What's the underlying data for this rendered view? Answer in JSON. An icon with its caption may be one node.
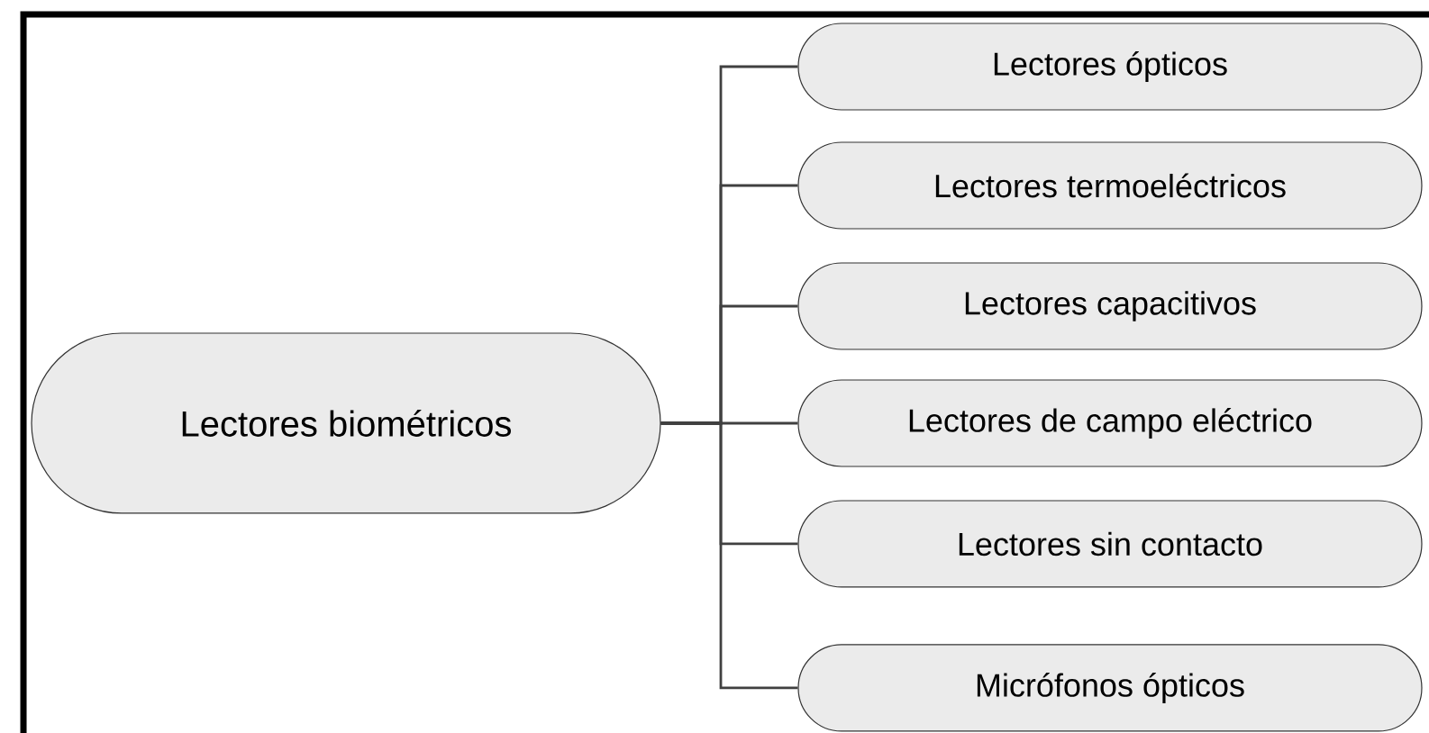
{
  "diagram": {
    "nodes": [
      {
        "text": [
          "Lectores biométricos"
        ]
      },
      {
        "text": [
          "Lectores ópticos"
        ]
      },
      {
        "text": [
          "Lectores termoeléctricos"
        ]
      },
      {
        "text": [
          "Lectores capacitivos"
        ]
      },
      {
        "text": [
          "Lectores de campo eléctrico"
        ]
      },
      {
        "text": [
          "Lectores sin contacto"
        ]
      },
      {
        "text": [
          "Micrófonos ópticos"
        ]
      }
    ],
    "edges": [
      {
        "from": 0,
        "to": 1,
        "arrow": "none"
      },
      {
        "from": 0,
        "to": 2,
        "arrow": "none"
      },
      {
        "from": 0,
        "to": 3,
        "arrow": "none"
      },
      {
        "from": 0,
        "to": 4,
        "arrow": "none"
      },
      {
        "from": 0,
        "to": 5,
        "arrow": "none"
      },
      {
        "from": 0,
        "to": 6,
        "arrow": "none"
      }
    ]
  }
}
